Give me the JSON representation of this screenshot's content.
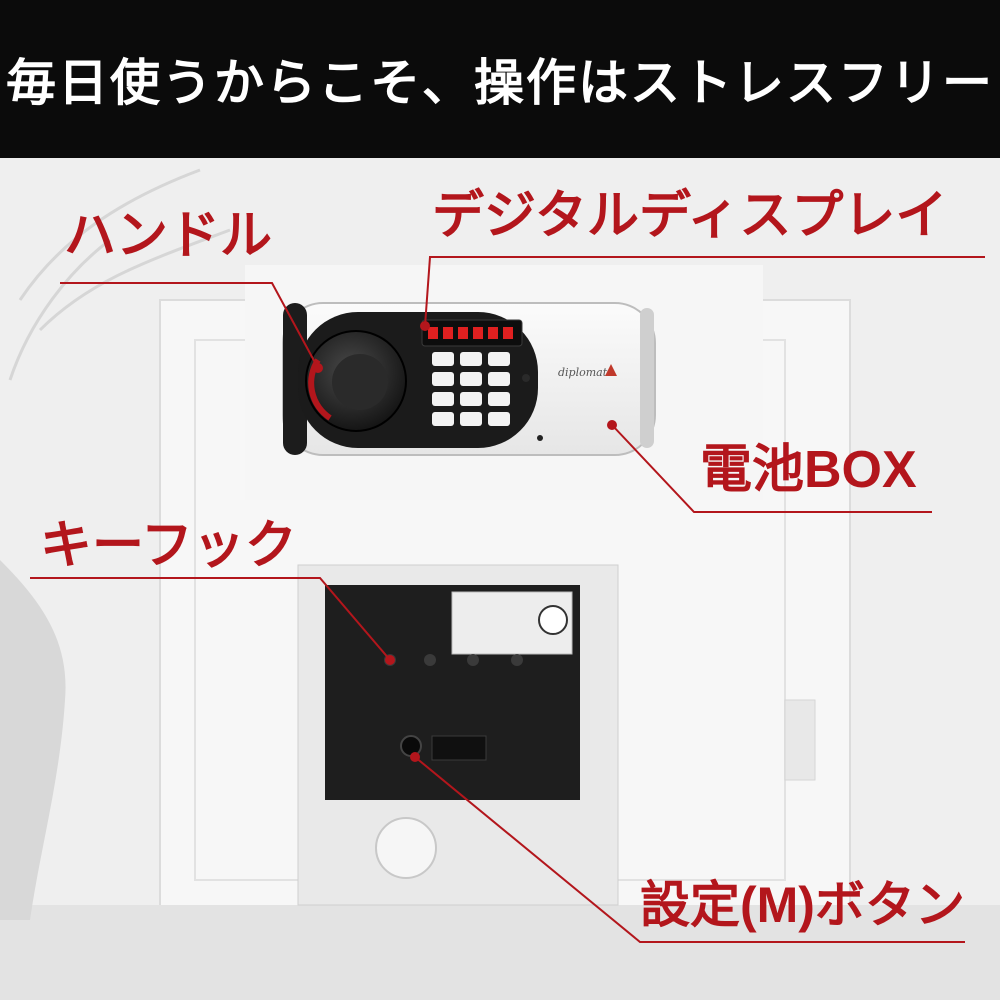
{
  "banner": {
    "title": "毎日使うからこそ、操作はストレスフリー"
  },
  "labels": {
    "handle": "ハンドル",
    "display": "デジタルディスプレイ",
    "battery_box": "電池BOX",
    "key_hook": "キーフック",
    "setting_button": "設定(M)ボタン"
  },
  "device": {
    "brand": "diplomat"
  },
  "colors": {
    "accent": "#b3161c",
    "banner_bg": "#0b0b0b",
    "banner_text": "#ffffff",
    "display_led": "#e02020"
  }
}
